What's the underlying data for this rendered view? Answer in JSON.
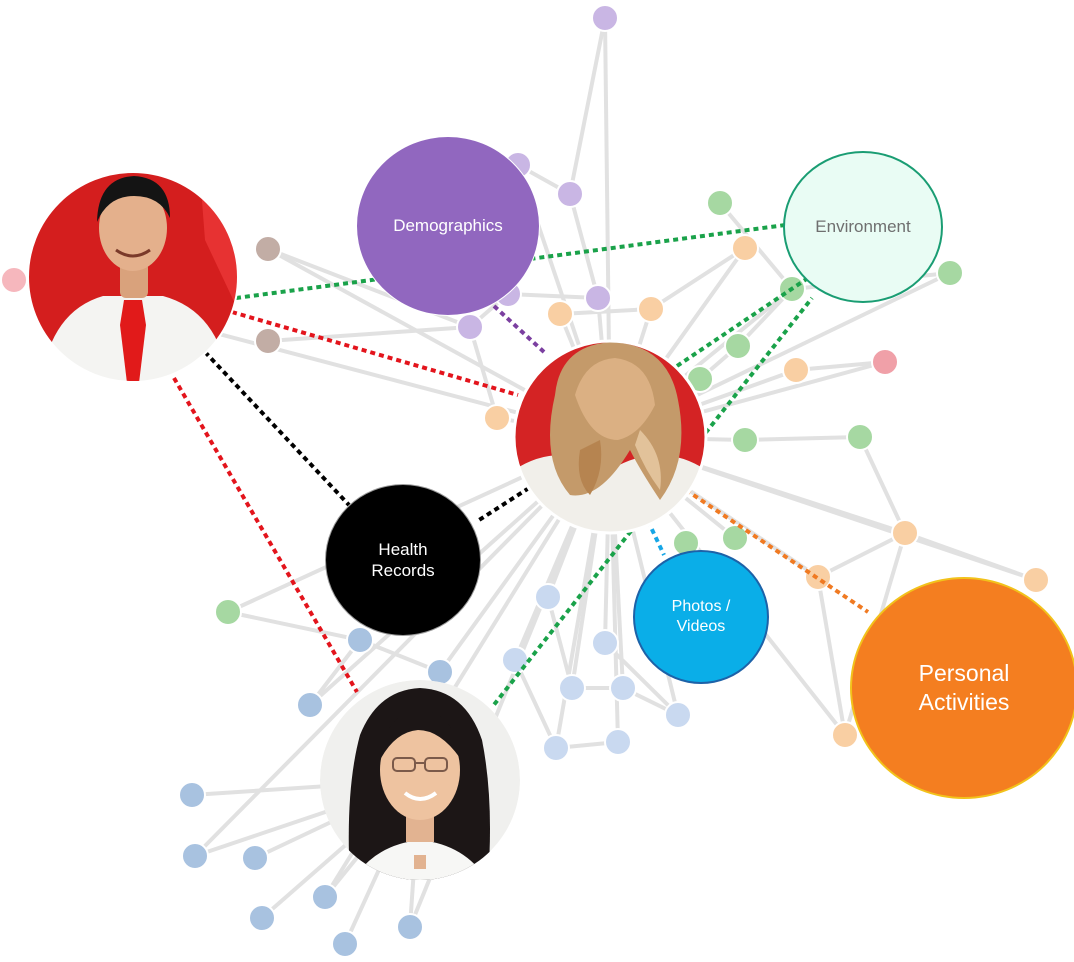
{
  "categories": {
    "demographics": "Demographics",
    "environment": "Environment",
    "health_records": "Health\nRecords",
    "photos_videos": "Photos /\nVideos",
    "personal_activities": "Personal\nActivities"
  },
  "people": [
    {
      "role": "man-in-red-background",
      "icon": "man-portrait-icon"
    },
    {
      "role": "woman-with-blonde-hair",
      "icon": "woman-blonde-portrait-icon"
    },
    {
      "role": "woman-with-glasses",
      "icon": "woman-glasses-portrait-icon"
    }
  ],
  "colors": {
    "demographics": "#9167bf",
    "environment_fill": "#e9fcf4",
    "environment_border": "#1a9d73",
    "health_records": "#000000",
    "photos_videos": "#0aaee8",
    "personal_activities": "#f47e20",
    "link_green": "#1aa24a",
    "link_red": "#e3141c",
    "link_black": "#000000",
    "link_purple": "#7b3fa0",
    "link_blue": "#16a6e6",
    "link_orange": "#f07a22",
    "background_edge": "#d9d9d9"
  }
}
